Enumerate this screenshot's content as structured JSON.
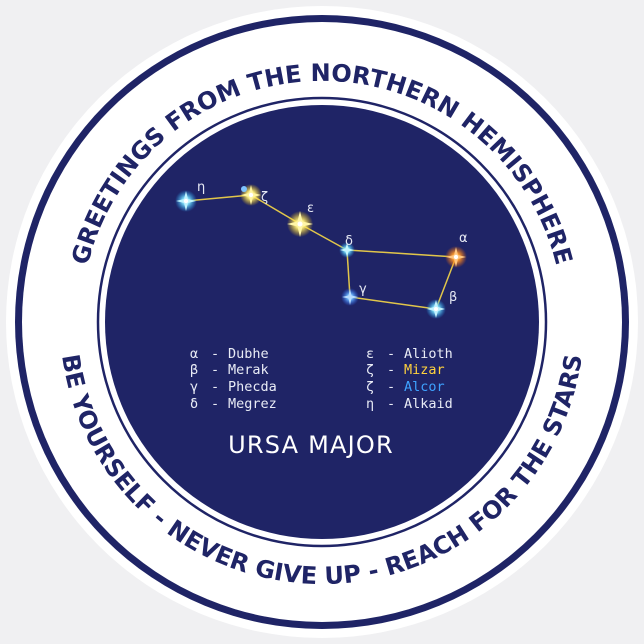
{
  "badge": {
    "top_arc_text": "GREETINGS FROM THE NORTHERN HEMISPHERE",
    "bottom_arc_text": "BE YOURSELF - NEVER GIVE UP - REACH FOR THE STARS",
    "title": "URSA MAJOR",
    "colors": {
      "navy": "#1f2466",
      "white": "#ffffff",
      "line": "#e1c64a",
      "mizar": "#ffd23e",
      "alcor": "#3ea2ff"
    }
  },
  "stars": {
    "eta": "η",
    "zeta": "ζ",
    "epsilon": "ε",
    "delta": "δ",
    "alpha": "α",
    "gamma": "γ",
    "beta": "β"
  },
  "legend": {
    "left": [
      {
        "greek": "α",
        "dash": "-",
        "name": "Dubhe"
      },
      {
        "greek": "β",
        "dash": "-",
        "name": "Merak"
      },
      {
        "greek": "γ",
        "dash": "-",
        "name": "Phecda"
      },
      {
        "greek": "δ",
        "dash": "-",
        "name": "Megrez"
      }
    ],
    "right": [
      {
        "greek": "ε",
        "dash": "-",
        "name": "Alioth"
      },
      {
        "greek": "ζ",
        "dash": "-",
        "name": "Mizar"
      },
      {
        "greek": "ζ",
        "dash": "-",
        "name": "Alcor"
      },
      {
        "greek": "η",
        "dash": "-",
        "name": "Alkaid"
      }
    ]
  }
}
